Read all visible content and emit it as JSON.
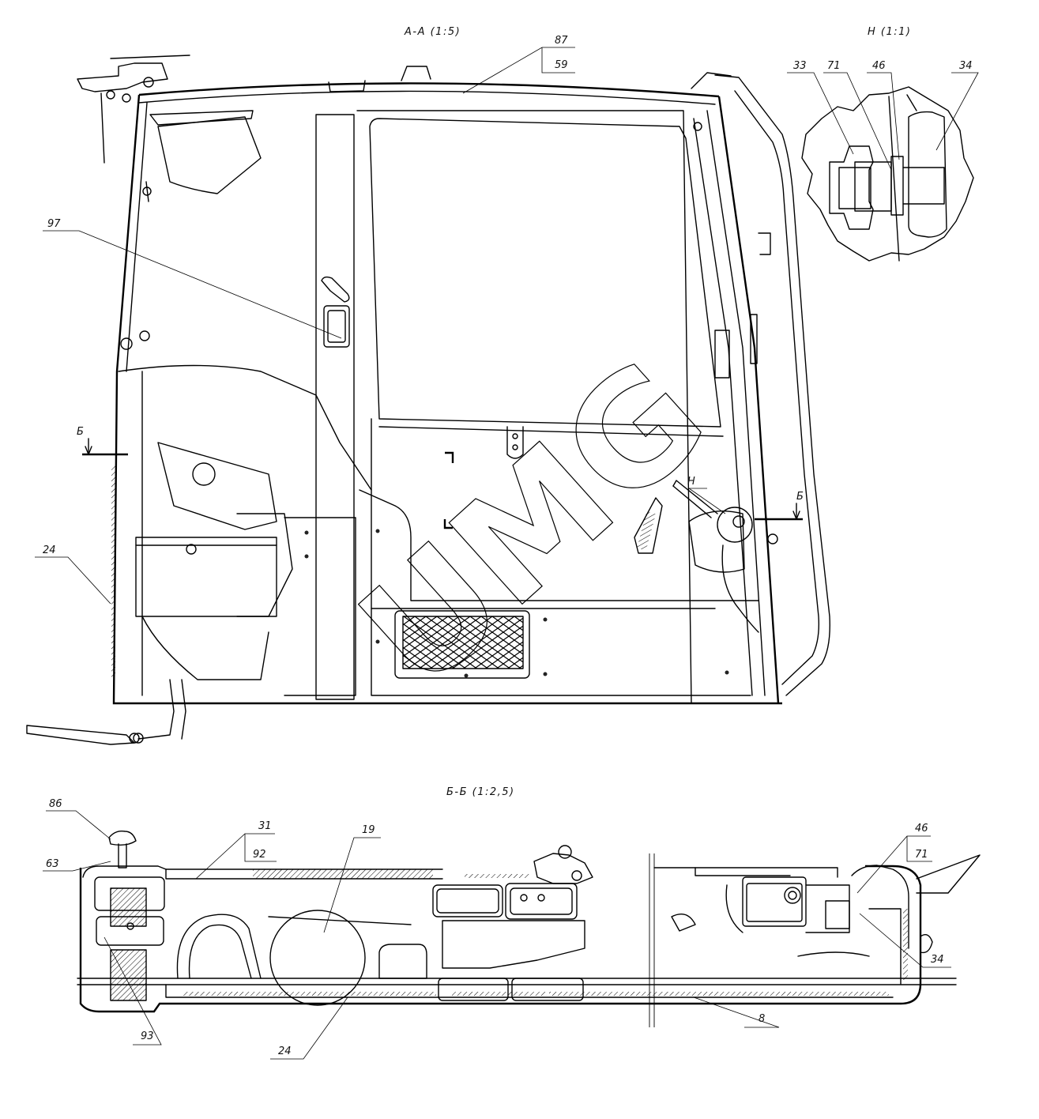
{
  "views": {
    "section_aa_title": "А-А (1:5)",
    "detail_h_title": "Н (1:1)",
    "section_bb_title": "Б-Б (1:2,5)"
  },
  "section_aa_callouts": {
    "c97": "97",
    "c87": "87",
    "c59": "59",
    "c24": "24",
    "cut_b_left": "Б",
    "cut_b_right": "Б",
    "detail_h": "Н"
  },
  "detail_h_callouts": {
    "c33": "33",
    "c71": "71",
    "c46": "46",
    "c34": "34"
  },
  "section_bb_callouts": {
    "c86": "86",
    "c63": "63",
    "c31": "31",
    "c92": "92",
    "c19": "19",
    "c46": "46",
    "c71": "71",
    "c34": "34",
    "c93": "93",
    "c24": "24",
    "c8": "8"
  },
  "watermark": "UMG"
}
